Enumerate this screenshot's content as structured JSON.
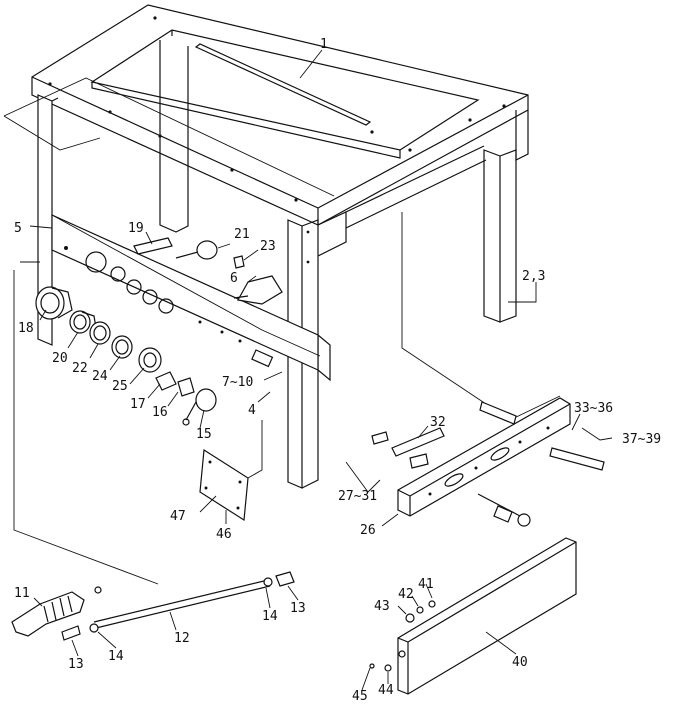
{
  "diagram": {
    "colors": {
      "ink": "#111111",
      "paper": "#ffffff"
    },
    "callouts": [
      {
        "id": "c1",
        "text": "1"
      },
      {
        "id": "c23",
        "text": "2,3"
      },
      {
        "id": "c4",
        "text": "4"
      },
      {
        "id": "c5",
        "text": "5"
      },
      {
        "id": "c6",
        "text": "6"
      },
      {
        "id": "c710",
        "text": "7~10"
      },
      {
        "id": "c11",
        "text": "11"
      },
      {
        "id": "c12",
        "text": "12"
      },
      {
        "id": "c13a",
        "text": "13"
      },
      {
        "id": "c13b",
        "text": "13"
      },
      {
        "id": "c14a",
        "text": "14"
      },
      {
        "id": "c14b",
        "text": "14"
      },
      {
        "id": "c15",
        "text": "15"
      },
      {
        "id": "c16",
        "text": "16"
      },
      {
        "id": "c17",
        "text": "17"
      },
      {
        "id": "c18",
        "text": "18"
      },
      {
        "id": "c19",
        "text": "19"
      },
      {
        "id": "c20",
        "text": "20"
      },
      {
        "id": "c21",
        "text": "21"
      },
      {
        "id": "c22",
        "text": "22"
      },
      {
        "id": "c24",
        "text": "24"
      },
      {
        "id": "c25",
        "text": "25"
      },
      {
        "id": "c26",
        "text": "26"
      },
      {
        "id": "c2731",
        "text": "27~31"
      },
      {
        "id": "c32",
        "text": "32"
      },
      {
        "id": "c3336",
        "text": "33~36"
      },
      {
        "id": "c3739",
        "text": "37~39"
      },
      {
        "id": "c40",
        "text": "40"
      },
      {
        "id": "c41",
        "text": "41"
      },
      {
        "id": "c42",
        "text": "42"
      },
      {
        "id": "c43",
        "text": "43"
      },
      {
        "id": "c44",
        "text": "44"
      },
      {
        "id": "c45",
        "text": "45"
      },
      {
        "id": "c46",
        "text": "46"
      },
      {
        "id": "c47",
        "text": "47"
      },
      {
        "id": "c23b",
        "text": "23"
      }
    ]
  }
}
